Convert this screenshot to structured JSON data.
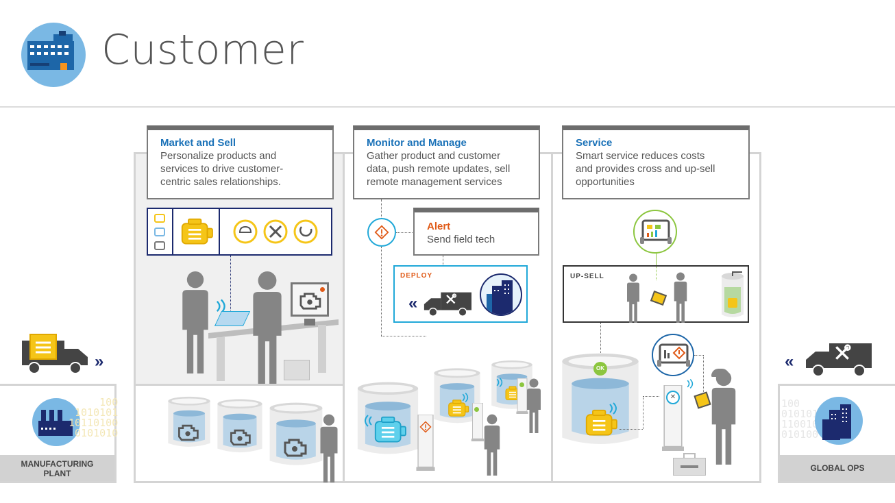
{
  "header": {
    "title": "Customer"
  },
  "cards": {
    "market": {
      "title": "Market and Sell",
      "body": [
        "Personalize products and",
        "services to drive customer-",
        "centric sales relationships."
      ]
    },
    "monitor": {
      "title": "Monitor and Manage",
      "body": [
        "Gather product and customer",
        "data, push remote updates, sell",
        "remote management services"
      ]
    },
    "service": {
      "title": "Service",
      "body": [
        "Smart service reduces costs",
        "and provides cross and up-sell",
        "opportunities"
      ]
    },
    "alert": {
      "title": "Alert",
      "body": "Send field tech"
    }
  },
  "tags": {
    "deploy": "DEPLOY",
    "upsell": "UP-SELL",
    "ok": "OK"
  },
  "side": {
    "left_label": [
      "MANUFACTURING",
      "PLANT"
    ],
    "right_label": "GLOBAL OPS",
    "binary_left": [
      "100",
      "1010101",
      "10110100",
      "0101010"
    ],
    "binary_right": [
      "100",
      "01010110",
      "1100100",
      "010100"
    ]
  },
  "colors": {
    "accent_blue": "#1b72b8",
    "alert_orange": "#e05a17",
    "cyan": "#20a8d8",
    "gold": "#f5c518",
    "gray_figure": "#858585",
    "ok_green": "#8cc63f",
    "navy": "#1c2a6e"
  },
  "icons": [
    "factory-icon",
    "truck-icon",
    "tools-icon",
    "engine-icon",
    "alert-icon",
    "wifi-icon",
    "tablet-icon",
    "buildings-icon",
    "toolbox-icon",
    "chevron-right-icon",
    "chevron-left-icon"
  ]
}
